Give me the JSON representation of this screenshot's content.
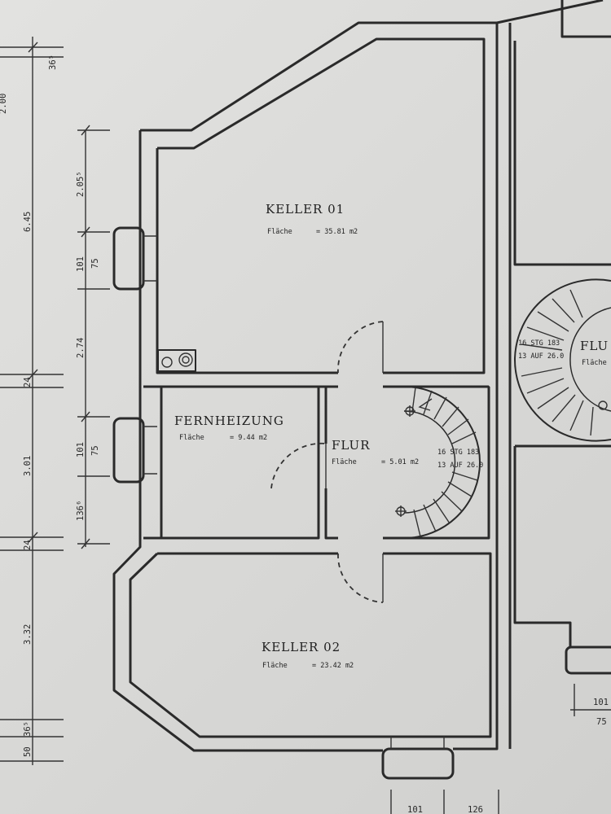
{
  "rooms": {
    "keller01": {
      "name": "KELLER 01",
      "area_label": "Fläche",
      "area_value": "= 35.81 m2"
    },
    "fernheizung": {
      "name": "FERNHEIZUNG",
      "area_label": "Fläche",
      "area_value": "= 9.44 m2"
    },
    "flur": {
      "name": "FLUR",
      "area_label": "Fläche",
      "area_value": "= 5.01 m2"
    },
    "keller02": {
      "name": "KELLER 02",
      "area_label": "Fläche",
      "area_value": "= 23.42 m2"
    },
    "flur_right": {
      "name": "FLU",
      "area_label": "Fläche"
    }
  },
  "stairs": {
    "main": {
      "steps": "16 STG 183",
      "rise": "13 AUF 26.0"
    },
    "right": {
      "steps": "16 STG 183",
      "rise": "13 AUF 26.0"
    }
  },
  "dimensions": {
    "outer_chain": [
      "6.45",
      "3.01",
      "3.32"
    ],
    "outer_small": [
      "24",
      "24",
      "36⁵",
      "50"
    ],
    "top_partial": "2.00",
    "inner_chain": [
      "2.05⁵",
      "101",
      "2.74",
      "101",
      "136⁶",
      "36⁵"
    ],
    "inner_sub": [
      "75",
      "75"
    ],
    "bottom": [
      "101",
      "126"
    ],
    "right_window": [
      "101",
      "75"
    ]
  }
}
